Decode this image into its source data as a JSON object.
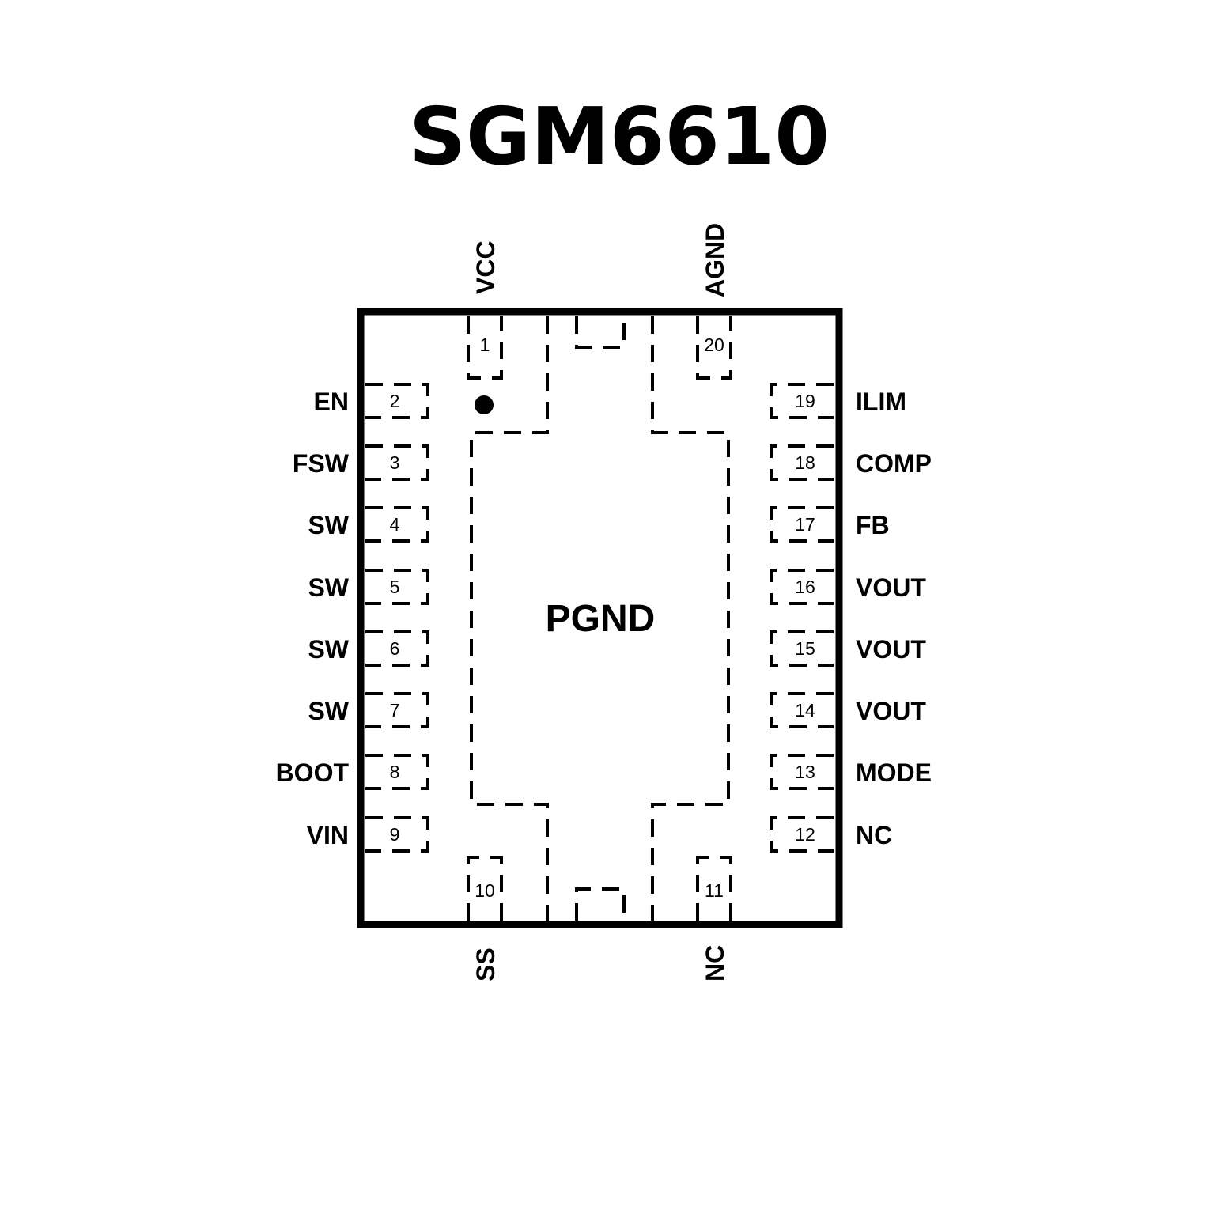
{
  "title": "SGM6610",
  "center_pad_label": "PGND",
  "pins": [
    {
      "num": "1",
      "name": "VCC"
    },
    {
      "num": "2",
      "name": "EN"
    },
    {
      "num": "3",
      "name": "FSW"
    },
    {
      "num": "4",
      "name": "SW"
    },
    {
      "num": "5",
      "name": "SW"
    },
    {
      "num": "6",
      "name": "SW"
    },
    {
      "num": "7",
      "name": "SW"
    },
    {
      "num": "8",
      "name": "BOOT"
    },
    {
      "num": "9",
      "name": "VIN"
    },
    {
      "num": "10",
      "name": "SS"
    },
    {
      "num": "11",
      "name": "NC"
    },
    {
      "num": "12",
      "name": "NC"
    },
    {
      "num": "13",
      "name": "MODE"
    },
    {
      "num": "14",
      "name": "VOUT"
    },
    {
      "num": "15",
      "name": "VOUT"
    },
    {
      "num": "16",
      "name": "VOUT"
    },
    {
      "num": "17",
      "name": "FB"
    },
    {
      "num": "18",
      "name": "COMP"
    },
    {
      "num": "19",
      "name": "ILIM"
    },
    {
      "num": "20",
      "name": "AGND"
    }
  ]
}
